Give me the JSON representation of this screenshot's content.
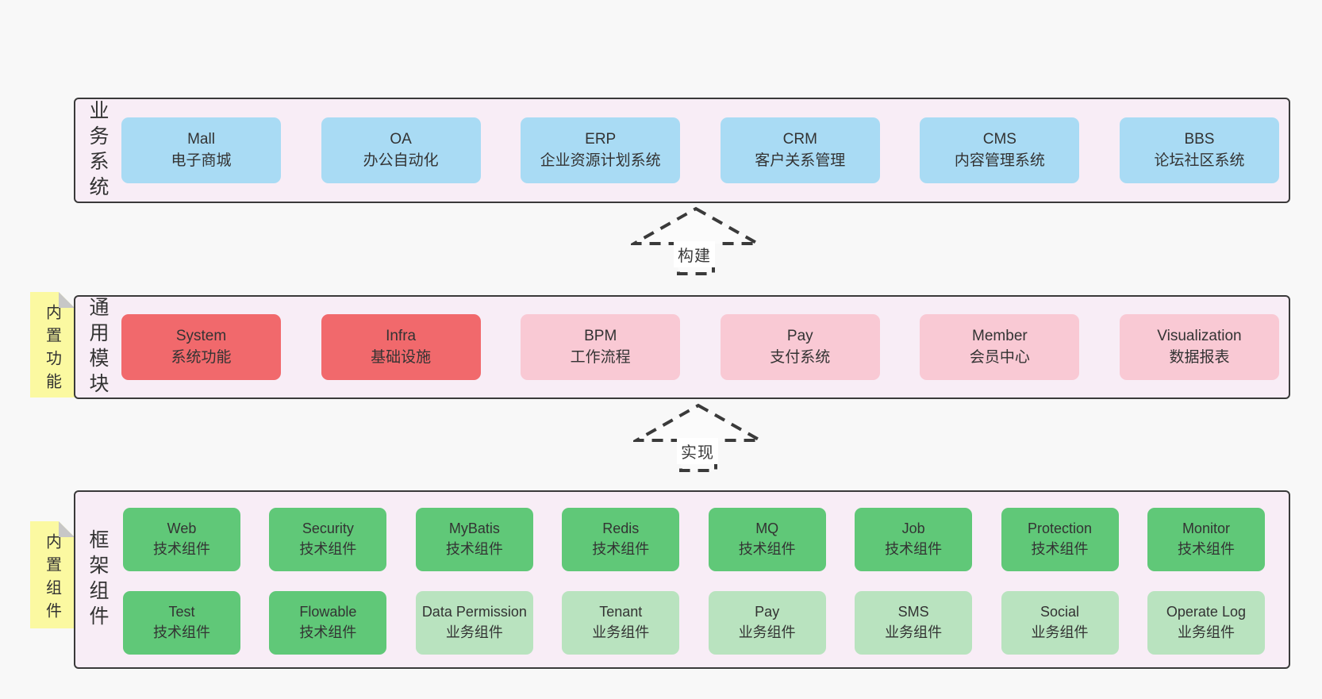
{
  "diagram": {
    "layers": {
      "business": {
        "label": "业务系统",
        "boxes": [
          {
            "title": "Mall",
            "subtitle": "电子商城"
          },
          {
            "title": "OA",
            "subtitle": "办公自动化"
          },
          {
            "title": "ERP",
            "subtitle": "企业资源计划系统"
          },
          {
            "title": "CRM",
            "subtitle": "客户关系管理"
          },
          {
            "title": "CMS",
            "subtitle": "内容管理系统"
          },
          {
            "title": "BBS",
            "subtitle": "论坛社区系统"
          }
        ]
      },
      "modules": {
        "label": "通用模块",
        "sticky": "内置功能",
        "boxes": [
          {
            "title": "System",
            "subtitle": "系统功能"
          },
          {
            "title": "Infra",
            "subtitle": "基础设施"
          },
          {
            "title": "BPM",
            "subtitle": "工作流程"
          },
          {
            "title": "Pay",
            "subtitle": "支付系统"
          },
          {
            "title": "Member",
            "subtitle": "会员中心"
          },
          {
            "title": "Visualization",
            "subtitle": "数据报表"
          }
        ]
      },
      "components": {
        "label": "框架组件",
        "sticky": "内置组件",
        "row1": [
          {
            "title": "Web",
            "subtitle": "技术组件"
          },
          {
            "title": "Security",
            "subtitle": "技术组件"
          },
          {
            "title": "MyBatis",
            "subtitle": "技术组件"
          },
          {
            "title": "Redis",
            "subtitle": "技术组件"
          },
          {
            "title": "MQ",
            "subtitle": "技术组件"
          },
          {
            "title": "Job",
            "subtitle": "技术组件"
          },
          {
            "title": "Protection",
            "subtitle": "技术组件"
          },
          {
            "title": "Monitor",
            "subtitle": "技术组件"
          }
        ],
        "row2": [
          {
            "title": "Test",
            "subtitle": "技术组件"
          },
          {
            "title": "Flowable",
            "subtitle": "技术组件"
          },
          {
            "title": "Data Permission",
            "subtitle": "业务组件"
          },
          {
            "title": "Tenant",
            "subtitle": "业务组件"
          },
          {
            "title": "Pay",
            "subtitle": "业务组件"
          },
          {
            "title": "SMS",
            "subtitle": "业务组件"
          },
          {
            "title": "Social",
            "subtitle": "业务组件"
          },
          {
            "title": "Operate Log",
            "subtitle": "业务组件"
          }
        ]
      }
    },
    "arrows": {
      "build": "构建",
      "implement": "实现"
    },
    "colors": {
      "page_bg": "#f8f8f8",
      "panel_bg": "#f8edf6",
      "panel_border": "#3a3a3a",
      "blue_box": "#a9dbf4",
      "red_box": "#f1696c",
      "pink_box": "#f9c9d4",
      "green_box": "#60c878",
      "light_green_box": "#b9e3bf",
      "sticky_yellow": "#fbf9a1",
      "fold_gray": "#c7c7c7",
      "text": "#333333"
    }
  }
}
